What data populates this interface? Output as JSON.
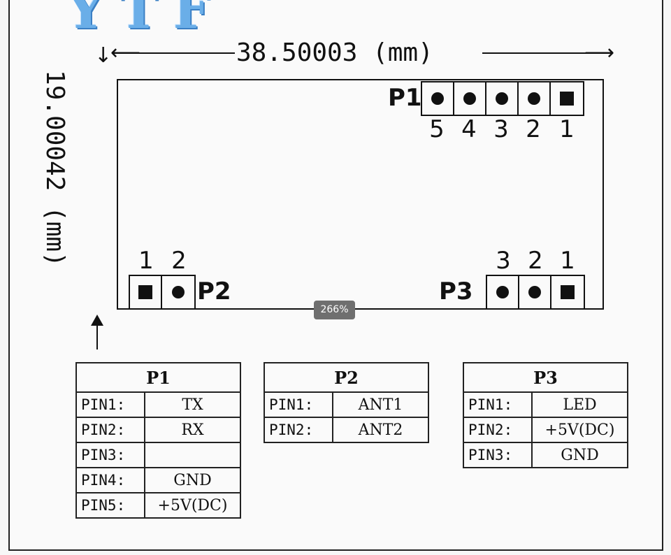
{
  "logo": "YTF",
  "zoom_badge": "266%",
  "dimensions": {
    "width_label": "38.50003 (mm)",
    "height_label": "19.00042 (mm)"
  },
  "headers": {
    "P1": {
      "label": "P1",
      "pin_numbers": [
        "5",
        "4",
        "3",
        "2",
        "1"
      ]
    },
    "P2": {
      "label": "P2",
      "pin_numbers": [
        "1",
        "2"
      ]
    },
    "P3": {
      "label": "P3",
      "pin_numbers": [
        "3",
        "2",
        "1"
      ]
    }
  },
  "tables": {
    "P1": {
      "title": "P1",
      "rows": [
        {
          "pin": "PIN1:",
          "fn": "TX"
        },
        {
          "pin": "PIN2:",
          "fn": "RX"
        },
        {
          "pin": "PIN3:",
          "fn": ""
        },
        {
          "pin": "PIN4:",
          "fn": "GND"
        },
        {
          "pin": "PIN5:",
          "fn": "+5V(DC)"
        }
      ]
    },
    "P2": {
      "title": "P2",
      "rows": [
        {
          "pin": "PIN1:",
          "fn": "ANT1"
        },
        {
          "pin": "PIN2:",
          "fn": "ANT2"
        }
      ]
    },
    "P3": {
      "title": "P3",
      "rows": [
        {
          "pin": "PIN1:",
          "fn": "LED"
        },
        {
          "pin": "PIN2:",
          "fn": "+5V(DC)"
        },
        {
          "pin": "PIN3:",
          "fn": "GND"
        }
      ]
    }
  }
}
